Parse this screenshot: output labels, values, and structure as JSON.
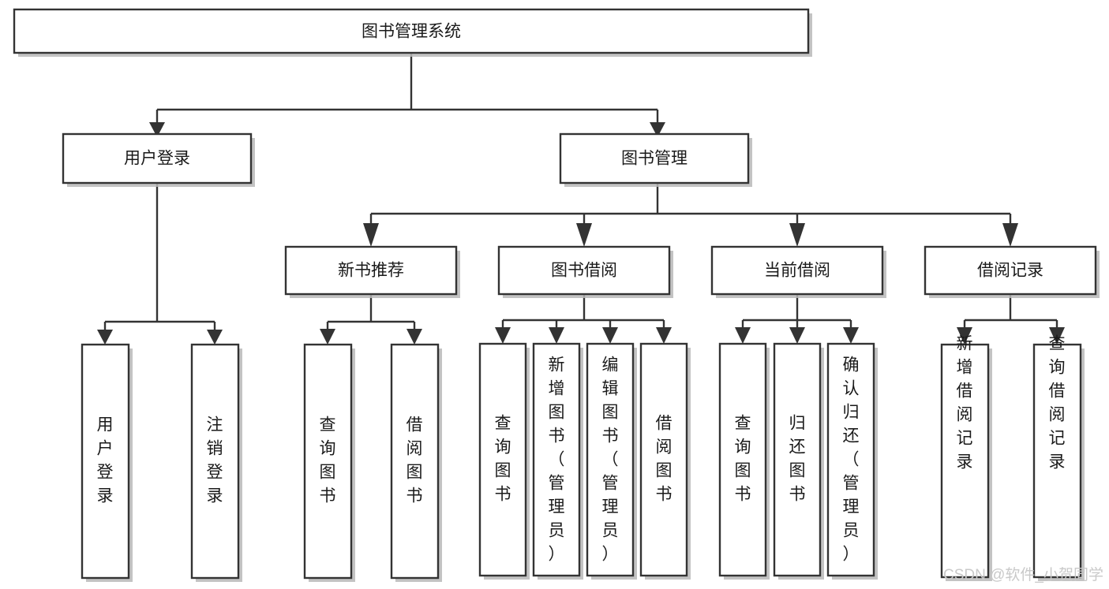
{
  "diagram": {
    "type": "tree",
    "title": "图书管理系统",
    "orientation": "top-down",
    "root": {
      "id": "root",
      "label": "图书管理系统"
    },
    "level2": [
      {
        "id": "user-login",
        "label": "用户登录"
      },
      {
        "id": "book-management",
        "label": "图书管理"
      }
    ],
    "level3": [
      {
        "id": "new-book-recommend",
        "label": "新书推荐",
        "parent": "book-management"
      },
      {
        "id": "book-borrow",
        "label": "图书借阅",
        "parent": "book-management"
      },
      {
        "id": "current-borrow",
        "label": "当前借阅",
        "parent": "book-management"
      },
      {
        "id": "borrow-record",
        "label": "借阅记录",
        "parent": "book-management"
      }
    ],
    "leaves": [
      {
        "id": "leaf-user-login",
        "label": "用户登录",
        "parent": "user-login",
        "align": "center"
      },
      {
        "id": "leaf-user-logout",
        "label": "注销登录",
        "parent": "user-login",
        "align": "center"
      },
      {
        "id": "leaf-query-book-1",
        "label": "查询图书",
        "parent": "new-book-recommend",
        "align": "center"
      },
      {
        "id": "leaf-borrow-book-1",
        "label": "借阅图书",
        "parent": "new-book-recommend",
        "align": "center"
      },
      {
        "id": "leaf-query-book-2",
        "label": "查询图书",
        "parent": "book-borrow",
        "align": "center"
      },
      {
        "id": "leaf-add-book",
        "label": "新增图书（管理员）",
        "parent": "book-borrow",
        "align": "top"
      },
      {
        "id": "leaf-edit-book",
        "label": "编辑图书（管理员）",
        "parent": "book-borrow",
        "align": "top"
      },
      {
        "id": "leaf-borrow-book-2",
        "label": "借阅图书",
        "parent": "book-borrow",
        "align": "center"
      },
      {
        "id": "leaf-query-book-3",
        "label": "查询图书",
        "parent": "current-borrow",
        "align": "center"
      },
      {
        "id": "leaf-return-book",
        "label": "归还图书",
        "parent": "current-borrow",
        "align": "center"
      },
      {
        "id": "leaf-confirm-return",
        "label": "确认归还（管理员）",
        "parent": "current-borrow",
        "align": "top"
      },
      {
        "id": "leaf-add-record",
        "label": "新增借阅记录",
        "parent": "borrow-record",
        "align": "center"
      },
      {
        "id": "leaf-query-record",
        "label": "查询借阅记录",
        "parent": "borrow-record",
        "align": "center"
      }
    ]
  },
  "watermark": {
    "text": "CSDN @软件_小贺同学"
  },
  "colors": {
    "box_stroke": "#333333",
    "box_fill": "#ffffff",
    "text": "#1a1a1a",
    "shadow": "#b8b8b8",
    "watermark": "#c9c9c9",
    "background": "#ffffff"
  }
}
